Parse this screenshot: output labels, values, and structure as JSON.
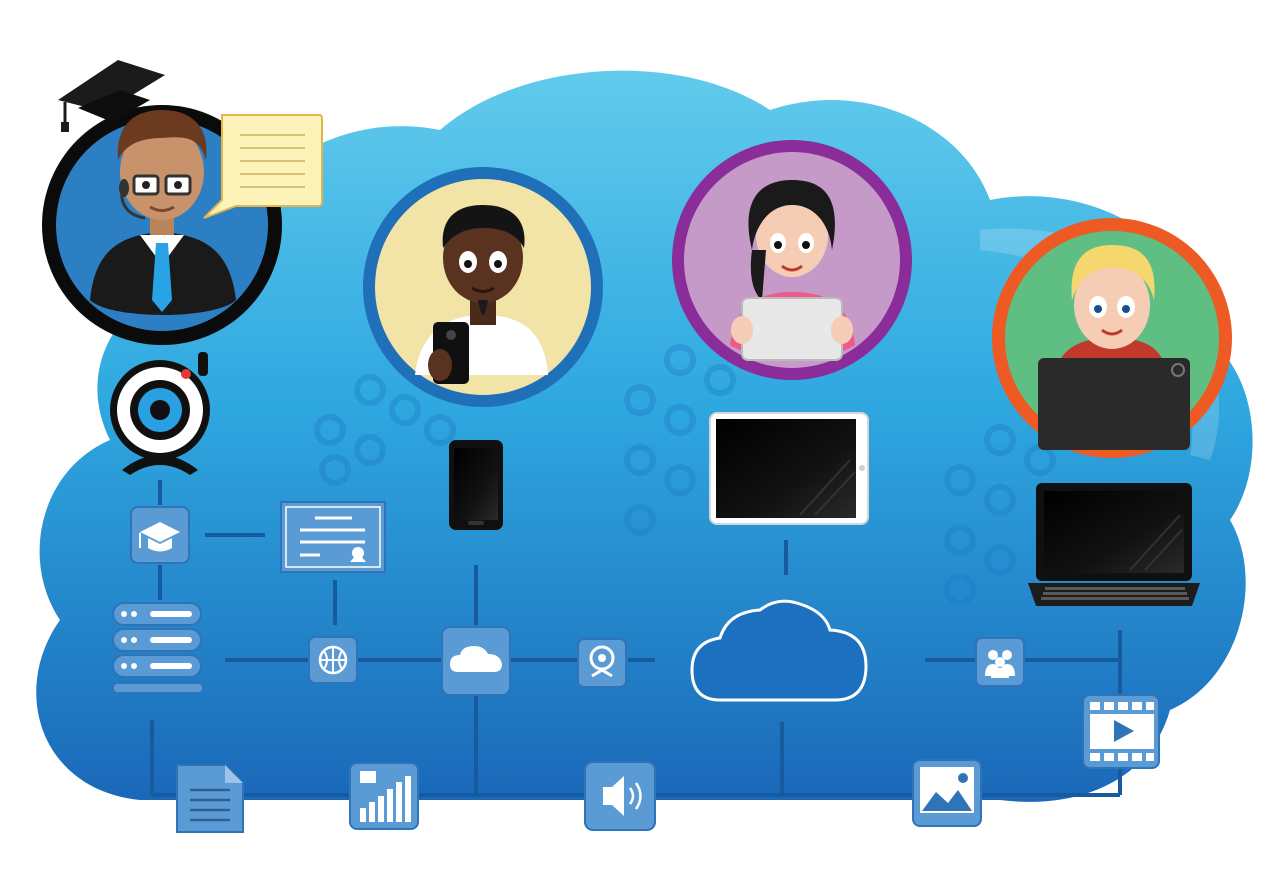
{
  "colors": {
    "background": "#ffffff",
    "cloud_light": "#5ec6ea",
    "cloud_mid": "#2ea6e0",
    "cloud_dark": "#1b6fbf",
    "line": "#185a9e",
    "tile_fill": "#5b9bd5",
    "tile_stroke": "#2f73b8",
    "ring_blue": "#1f70b8",
    "ring_purple": "#8a2c9a",
    "ring_orange": "#ee5a24",
    "bubble": "#fdf3b8"
  },
  "people": [
    {
      "name": "teacher",
      "ring": "#0b0b0b",
      "bg": "#2d7fc4"
    },
    {
      "name": "student-phone",
      "ring": "#1f70b8",
      "bg": "#f2e3a6"
    },
    {
      "name": "student-tablet",
      "ring": "#8a2c9a",
      "bg": "#c69ac8"
    },
    {
      "name": "student-laptop",
      "ring": "#ee5a24",
      "bg": "#5fbf82"
    }
  ],
  "icons": [
    "graduation-cap-icon",
    "certificate-icon",
    "server-icon",
    "basketball-icon",
    "cloud-icon",
    "webcam-icon",
    "group-icon",
    "video-icon",
    "document-icon",
    "chart-icon",
    "speaker-icon",
    "image-icon",
    "smartphone-icon",
    "tablet-icon",
    "laptop-icon"
  ]
}
